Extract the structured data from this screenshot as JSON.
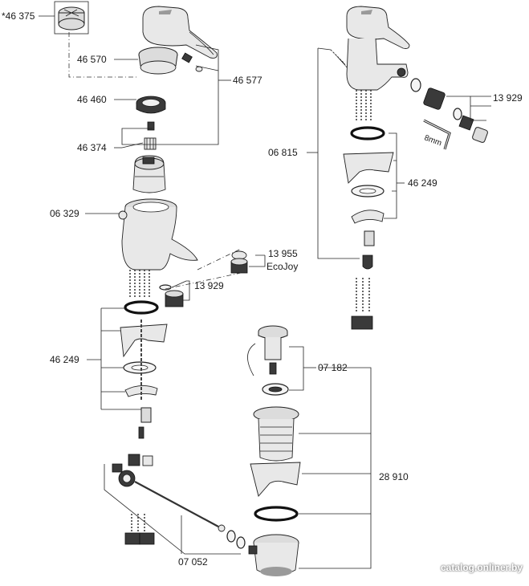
{
  "parts": {
    "p46375": "*46 375",
    "p46570": "46 570",
    "p46577": "46 577",
    "p46460": "46 460",
    "p46374": "46 374",
    "p06329": "06 329",
    "p13955": "13 955",
    "ecojoy": "EcoJoy",
    "p13929_left": "13 929",
    "p46249_left": "46 249",
    "p07052": "07 052",
    "p07182": "07 182",
    "p28910": "28 910",
    "p06815": "06 815",
    "p46249_right": "46 249",
    "p13929_right": "13 929",
    "wrench": "8mm"
  },
  "watermark": "catalog.onliner.by"
}
